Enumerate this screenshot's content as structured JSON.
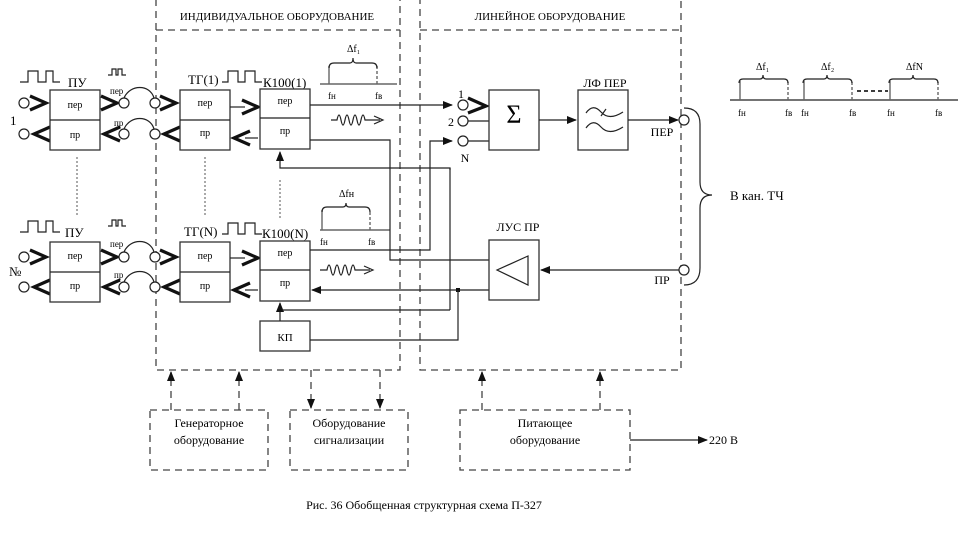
{
  "sections": {
    "individual": "ИНДИВИДУАЛЬНОЕ ОБОРУДОВАНИЕ",
    "linear": "ЛИНЕЙНОЕ ОБОРУДОВАНИЕ"
  },
  "channels": [
    {
      "number": "1",
      "pu_label": "ПУ",
      "tg_label": "ТГ(1)",
      "k100_label": "К100(1)",
      "band_label": "Δf₁",
      "f_low": "fн",
      "f_high": "fв"
    },
    {
      "number": "№",
      "pu_label": "ПУ",
      "tg_label": "ТГ(N)",
      "k100_label": "К100(N)",
      "band_label": "Δfн",
      "f_low": "fн",
      "f_high": "fв"
    }
  ],
  "block_rows": {
    "tx": "пер",
    "rx": "пр"
  },
  "link_labels": {
    "tx": "пер",
    "rx": "пр"
  },
  "kp_label": "КП",
  "sum_symbol": "Σ",
  "summer_inputs": [
    "1",
    "2",
    "N"
  ],
  "lf_label": "ЛФ ПЕР",
  "lus_label": "ЛУС ПР",
  "out_tx": "ПЕР",
  "out_rx": "ПР",
  "channel_out": "В кан. ТЧ",
  "spectrum": {
    "bands": [
      {
        "label": "Δf₁",
        "f_low": "fн",
        "f_high": "fв"
      },
      {
        "label": "Δf₂",
        "f_low": "fн",
        "f_high": "fв"
      },
      {
        "label": "ΔfN",
        "f_low": "fн",
        "f_high": "fв"
      }
    ]
  },
  "support_blocks": {
    "generator": [
      "Генераторное",
      "оборудование"
    ],
    "signaling": [
      "Оборудование",
      "сигнализации"
    ],
    "power": [
      "Питающее",
      "оборудование"
    ]
  },
  "mains": "220 В",
  "caption": "Рис. 36 Обобщенная структурная схема П-327"
}
